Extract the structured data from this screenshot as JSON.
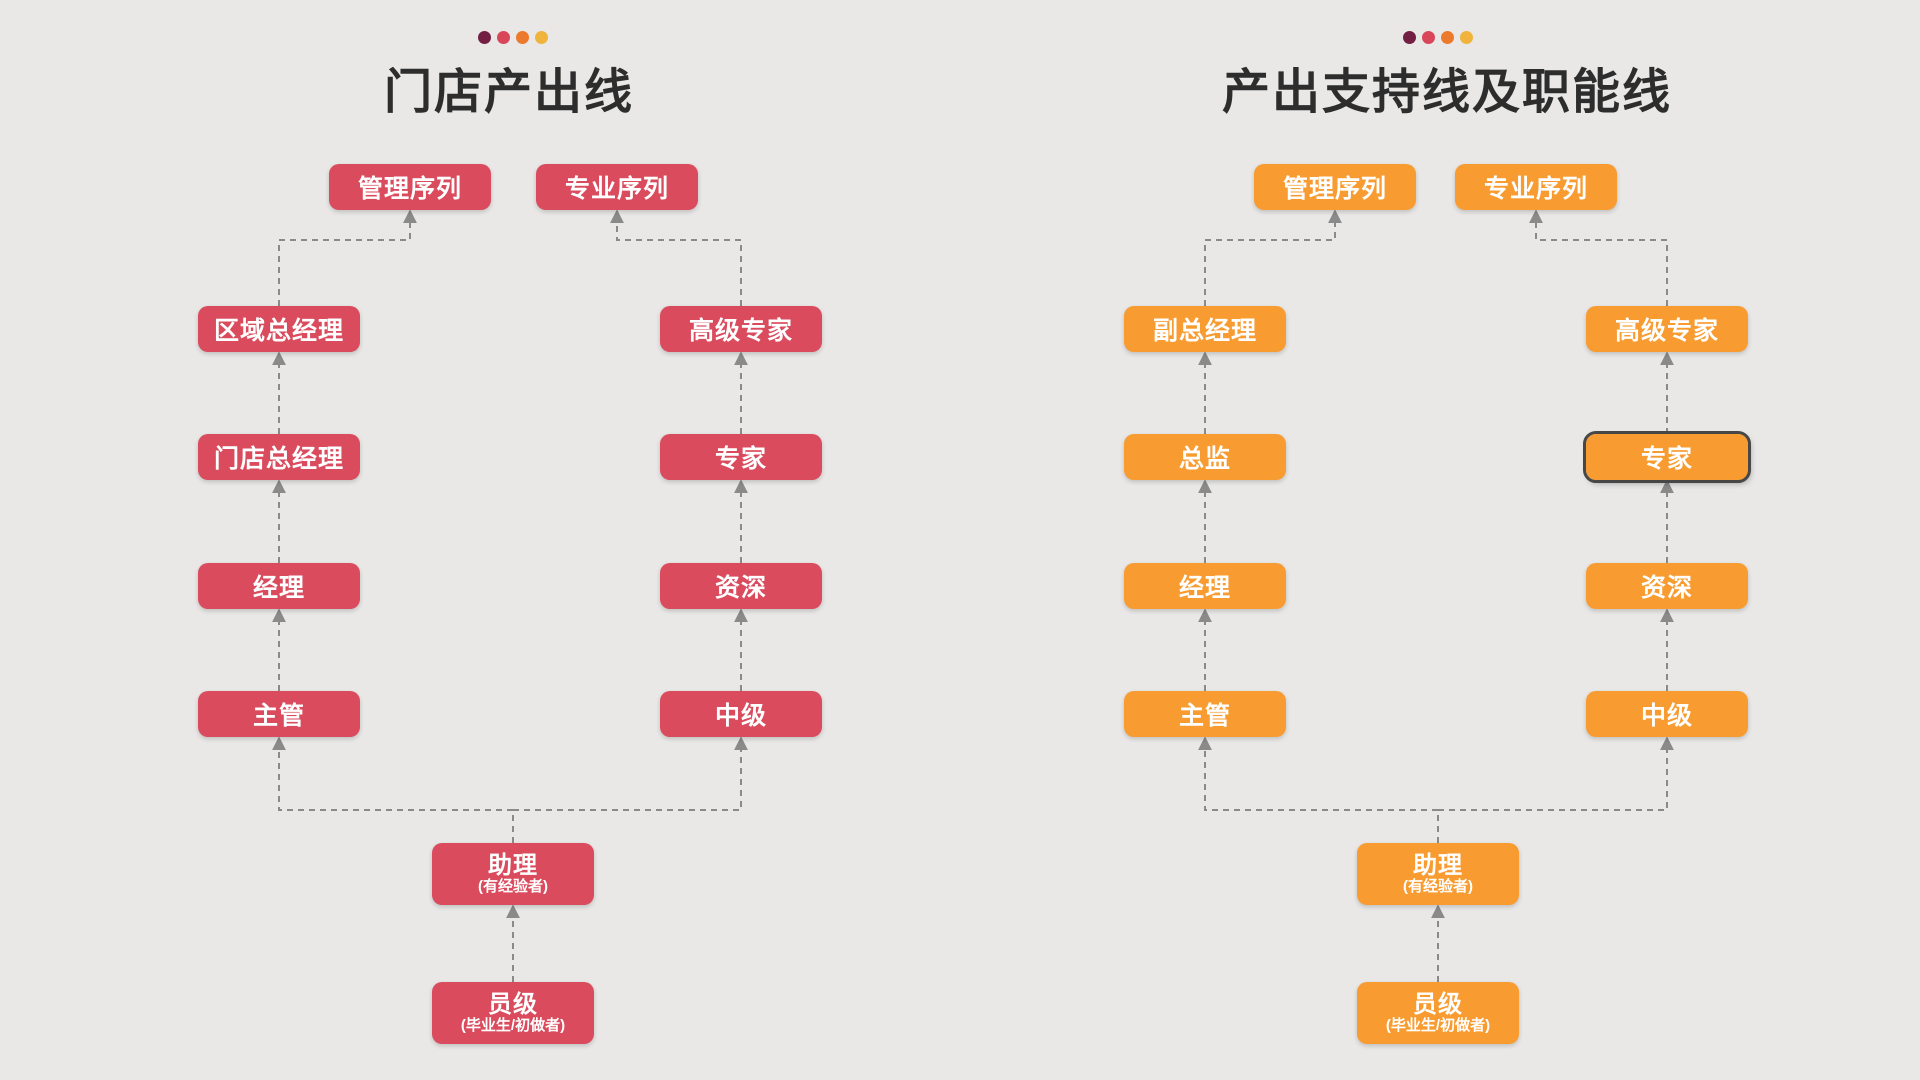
{
  "page": {
    "background_color": "#e9e8e7",
    "connector_color": "#8a8a8a"
  },
  "diagrams": [
    {
      "title": "门店产出线",
      "accent_color": "#d94b5d",
      "dots": [
        "#731f44",
        "#d9465a",
        "#ec7a2d",
        "#f0b43c"
      ],
      "sequence_labels": {
        "management": "管理序列",
        "professional": "专业序列"
      },
      "management_track": [
        "区域总经理",
        "门店总经理",
        "经理",
        "主管"
      ],
      "professional_track": [
        "高级专家",
        "专家",
        "资深",
        "中级"
      ],
      "shared_track": [
        {
          "label": "助理",
          "note": "(有经验者)"
        },
        {
          "label": "员级",
          "note": "(毕业生/初做者)"
        }
      ]
    },
    {
      "title": "产出支持线及职能线",
      "accent_color": "#f89c31",
      "dots": [
        "#731f44",
        "#d9465a",
        "#ec7a2d",
        "#f0b43c"
      ],
      "sequence_labels": {
        "management": "管理序列",
        "professional": "专业序列"
      },
      "management_track": [
        "副总经理",
        "总监",
        "经理",
        "主管"
      ],
      "professional_track": [
        "高级专家",
        "专家",
        "资深",
        "中级"
      ],
      "shared_track": [
        {
          "label": "助理",
          "note": "(有经验者)"
        },
        {
          "label": "员级",
          "note": "(毕业生/初做者)"
        }
      ]
    }
  ]
}
